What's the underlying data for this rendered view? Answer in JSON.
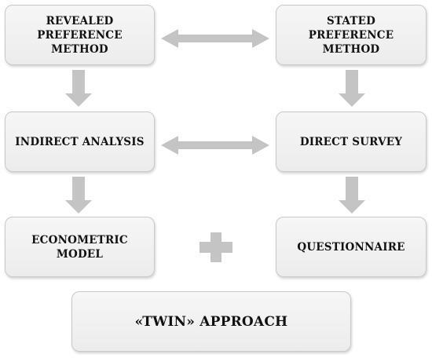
{
  "diagram": {
    "nodes": {
      "revealed": "REVEALED\nPREFERENCE\nMETHOD",
      "stated": "STATED\nPREFERENCE\nMETHOD",
      "indirect": "INDIRECT ANALYSIS",
      "direct": "DIRECT SURVEY",
      "econometric": "ECONOMETRIC\nMODEL",
      "questionnaire": "QUESTIONNAIRE",
      "twin": "«TWIN» APPROACH"
    },
    "colors": {
      "arrow": "#c4c4c4",
      "box_border": "#c9c9c9",
      "box_fill": "#efefef",
      "text": "#111111"
    }
  }
}
